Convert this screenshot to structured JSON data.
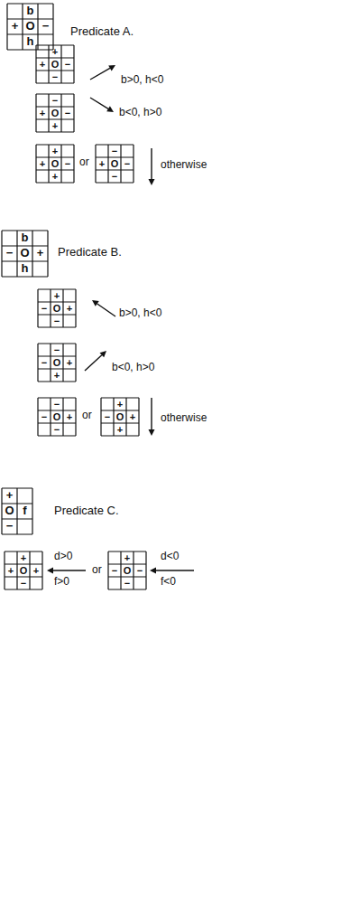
{
  "diagram": {
    "labels": [
      "b",
      "+",
      "O",
      "−",
      "h",
      "Predicate A.",
      "+",
      "+",
      "O",
      "−",
      "−",
      "b>0, h<0",
      "−",
      "+",
      "O",
      "−",
      "+",
      "b<0, h>0",
      "+",
      "+",
      "O",
      "−",
      "+",
      "or",
      "−",
      "+",
      "O",
      "−",
      "−",
      "otherwise",
      "b",
      "−",
      "O",
      "+",
      "h",
      "Predicate B.",
      "+",
      "−",
      "O",
      "+",
      "−",
      "b>0, h<0",
      "−",
      "−",
      "O",
      "+",
      "+",
      "b<0, h>0",
      "−",
      "−",
      "O",
      "+",
      "−",
      "or",
      "+",
      "−",
      "O",
      "+",
      "+",
      "otherwise",
      "+",
      "O",
      "f",
      "−",
      "Predicate C.",
      "+",
      "+",
      "O",
      "+",
      "−",
      "d>0",
      "f>0",
      "or",
      "+",
      "−",
      "O",
      "−",
      "−",
      "d<0",
      "f<0"
    ]
  }
}
